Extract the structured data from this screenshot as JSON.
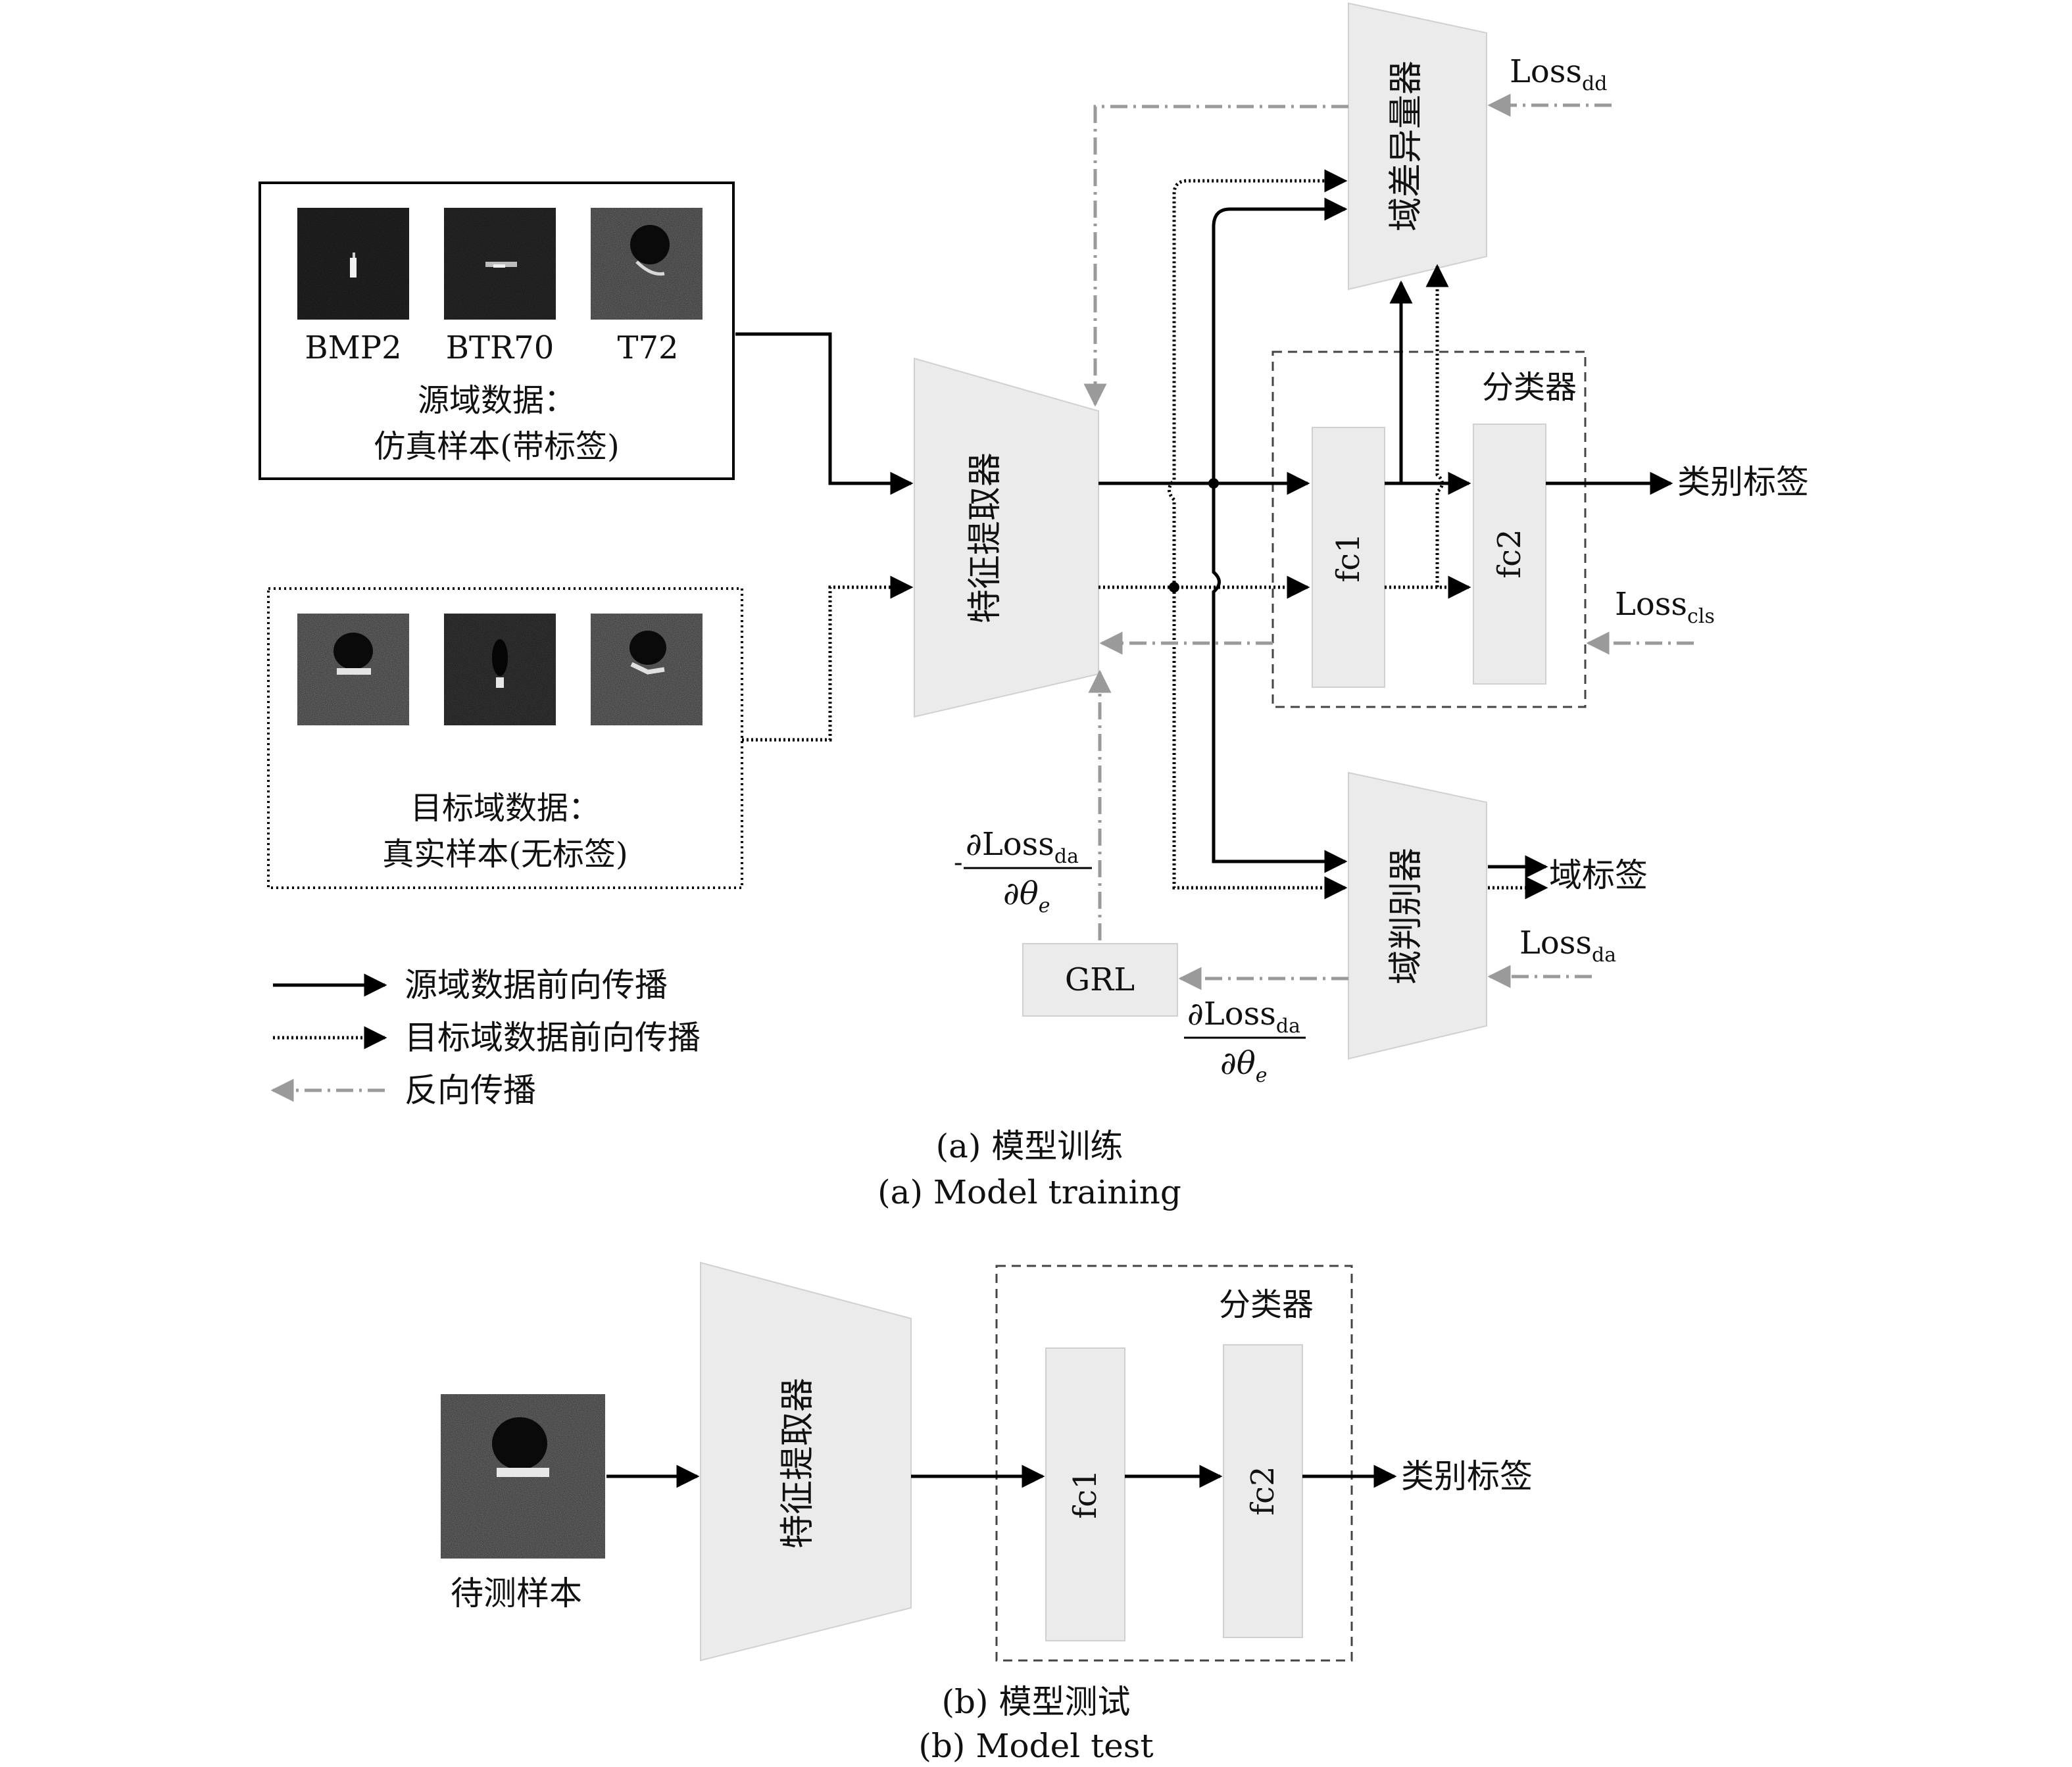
{
  "training": {
    "source": {
      "samples": [
        "BMP2",
        "BTR70",
        "T72"
      ],
      "title": "源域数据：",
      "subtitle": "仿真样本(带标签)"
    },
    "target": {
      "title": "目标域数据：",
      "subtitle": "真实样本(无标签)"
    },
    "feature_extractor": "特征提取器",
    "discrepancy_metric": "域差异量器",
    "classifier_title": "分类器",
    "fc1": "fc1",
    "fc2": "fc2",
    "class_label": "类别标签",
    "domain_discriminator": "域判别器",
    "domain_label": "域标签",
    "grl": "GRL",
    "loss_dd": {
      "base": "Loss",
      "sub": "dd"
    },
    "loss_cls": {
      "base": "Loss",
      "sub": "cls"
    },
    "loss_da": {
      "base": "Loss",
      "sub": "da"
    },
    "grad_top": {
      "minus": "-",
      "num": "∂Loss",
      "sub": "da",
      "den": "∂θ",
      "den_sub": "e"
    },
    "grad_bottom": {
      "num": "∂Loss",
      "sub": "da",
      "den": "∂θ",
      "den_sub": "e"
    },
    "legend": [
      {
        "style": "solid",
        "label": "源域数据前向传播"
      },
      {
        "style": "dotted",
        "label": "目标域数据前向传播"
      },
      {
        "style": "dashdot",
        "label": "反向传播"
      }
    ],
    "caption_cn": "(a) 模型训练",
    "caption_en": "(a) Model training"
  },
  "test": {
    "sample_label": "待测样本",
    "feature_extractor": "特征提取器",
    "classifier_title": "分类器",
    "fc1": "fc1",
    "fc2": "fc2",
    "class_label": "类别标签",
    "caption_cn": "(b) 模型测试",
    "caption_en": "(b) Model test"
  },
  "colors": {
    "box_fill": "#ebebeb",
    "box_stroke": "#cfcfcf",
    "line": "#000000",
    "backprop": "#9a9a9a",
    "dashed_frame": "#444444"
  }
}
